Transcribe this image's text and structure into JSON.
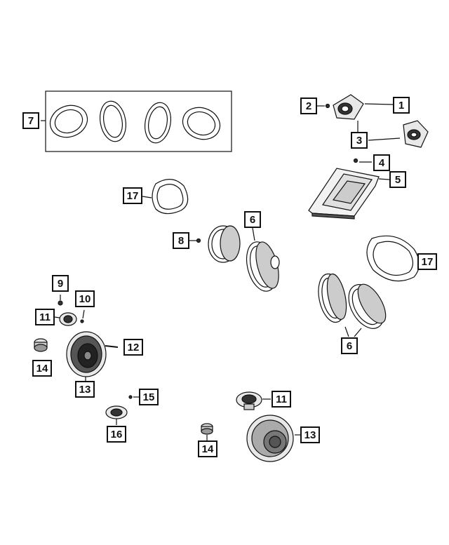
{
  "callouts": {
    "c1": "1",
    "c2": "2",
    "c3": "3",
    "c4": "4",
    "c5": "5",
    "c6a": "6",
    "c6b": "6",
    "c7": "7",
    "c8": "8",
    "c9": "9",
    "c10": "10",
    "c11a": "11",
    "c11b": "11",
    "c12": "12",
    "c13a": "13",
    "c13b": "13",
    "c14a": "14",
    "c14b": "14",
    "c15": "15",
    "c16": "16",
    "c17a": "17",
    "c17b": "17"
  },
  "colors": {
    "line": "#111111",
    "fill_light": "#e8e8e8",
    "fill_dark": "#333333"
  }
}
